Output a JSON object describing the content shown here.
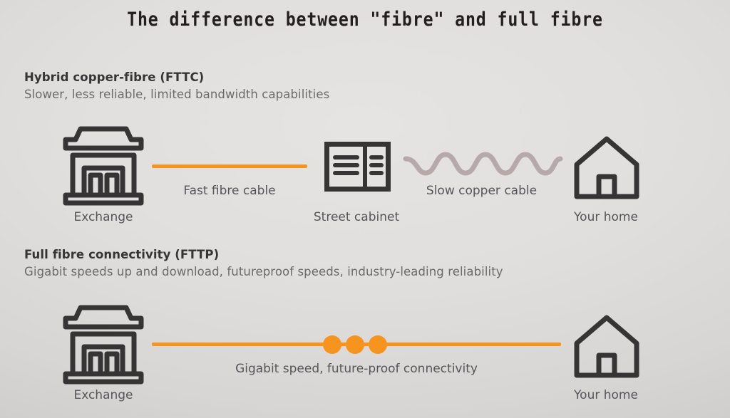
{
  "title": "The difference between \"fibre\" and full fibre",
  "colors": {
    "fibre_orange": "#f7941e",
    "copper_grey": "#b5a9a9",
    "icon_dark": "#373436",
    "heading_dark": "#373436",
    "body_grey": "#6d6a6b",
    "caption_grey": "#58555a",
    "background_light": "#e6e4e2",
    "background_dark": "#c2c0be"
  },
  "sections": [
    {
      "id": "fttc",
      "heading": "Hybrid copper-fibre (FTTC)",
      "subheading": "Slower, less reliable, limited bandwidth capabilities",
      "nodes": [
        {
          "icon": "exchange-building-icon",
          "caption": "Exchange"
        },
        {
          "icon": "street-cabinet-icon",
          "caption": "Street cabinet"
        },
        {
          "icon": "house-icon",
          "caption": "Your home"
        }
      ],
      "links": [
        {
          "type": "fibre-straight-line",
          "label": "Fast fibre cable",
          "color": "#f7941e"
        },
        {
          "type": "copper-wavy-line",
          "label": "Slow copper cable",
          "color": "#b5a9a9"
        }
      ]
    },
    {
      "id": "fttp",
      "heading": "Full fibre connectivity (FTTP)",
      "subheading": "Gigabit speeds up and download, futureproof speeds, industry-leading reliability",
      "nodes": [
        {
          "icon": "exchange-building-icon",
          "caption": "Exchange"
        },
        {
          "icon": "house-icon",
          "caption": "Your home"
        }
      ],
      "links": [
        {
          "type": "fibre-straight-line-with-dots",
          "label": "Gigabit speed, future-proof connectivity",
          "color": "#f7941e",
          "dot_count": 3
        }
      ]
    }
  ]
}
